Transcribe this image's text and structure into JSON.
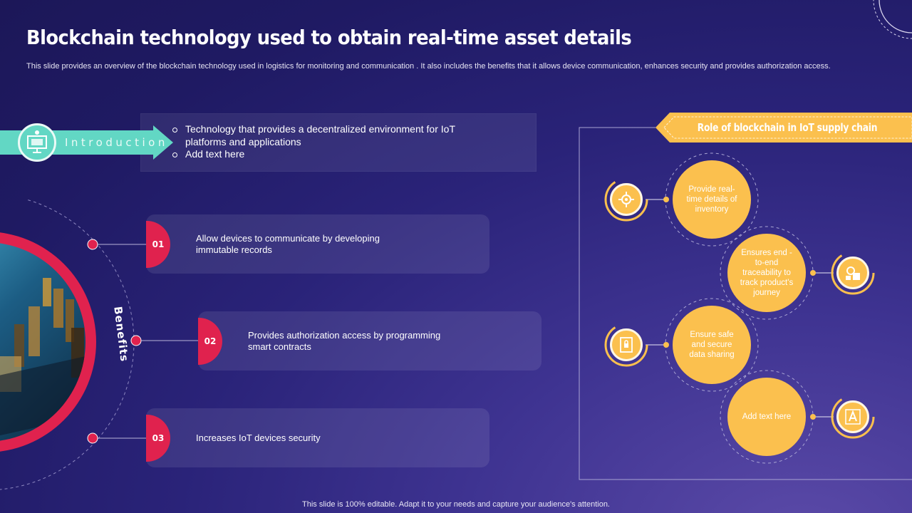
{
  "title": "Blockchain technology used to obtain real-time asset details",
  "subtitle": "This slide provides an overview of the blockchain technology used in logistics for monitoring and communication . It also includes the benefits that it allows device communication, enhances security and provides authorization access.",
  "introduction": {
    "label": "Introduction",
    "points": [
      "Technology that provides a decentralized environment for IoT platforms and applications",
      "Add text here"
    ]
  },
  "benefits": {
    "label": "Benefits",
    "items": [
      {
        "number": "01",
        "text": "Allow devices to communicate by developing immutable records"
      },
      {
        "number": "02",
        "text": "Provides authorization access by programming smart contracts"
      },
      {
        "number": "03",
        "text": "Increases IoT devices security"
      }
    ]
  },
  "role": {
    "title": "Role of blockchain in IoT supply chain",
    "items": [
      {
        "text": "Provide real-time details of inventory",
        "icon": "gear-network-icon"
      },
      {
        "text": "Ensures end -to-end traceability to track product's journey",
        "icon": "gear-box-icon"
      },
      {
        "text": "Ensure safe and secure data sharing",
        "icon": "secure-document-icon"
      },
      {
        "text": "Add text here",
        "icon": "text-edit-icon"
      }
    ]
  },
  "footer": "This slide is 100% editable. Adapt it to your needs and capture your audience's attention.",
  "colors": {
    "background": "#221c6c",
    "accent_red": "#e0224e",
    "accent_teal": "#62d7c4",
    "accent_yellow": "#fbc04e"
  }
}
